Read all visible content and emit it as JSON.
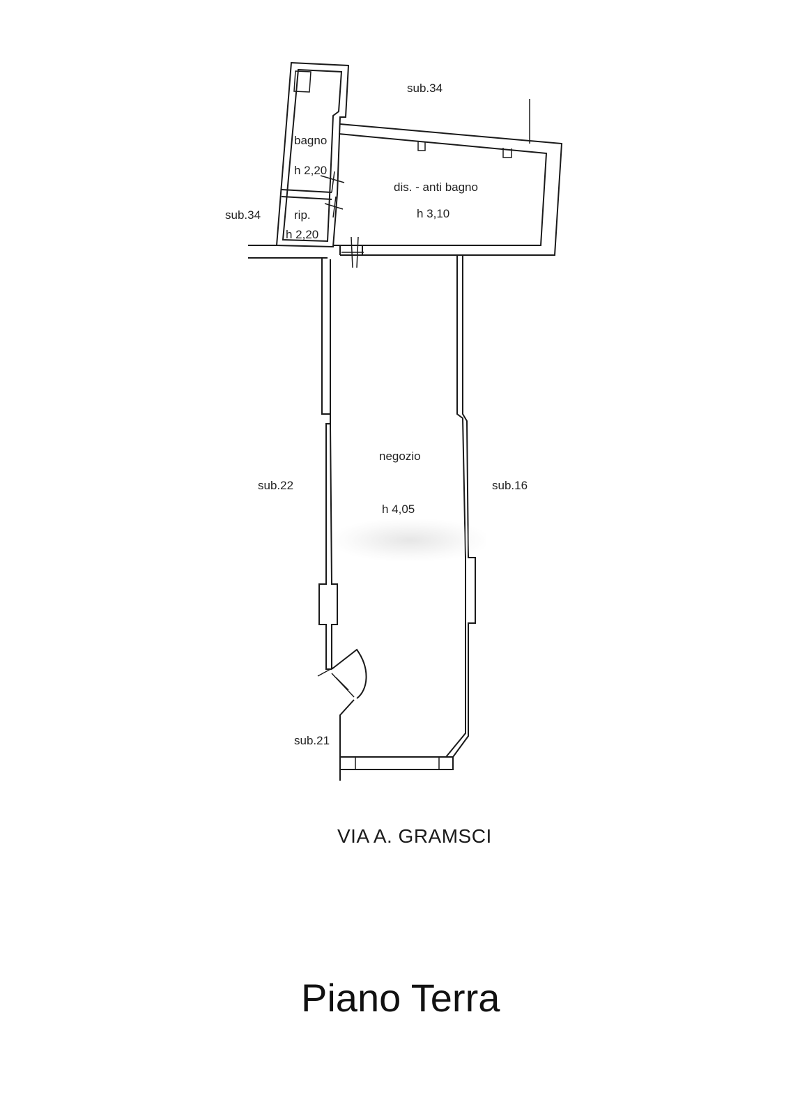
{
  "plan": {
    "rooms": {
      "bagno": {
        "name": "bagno",
        "height": "h 2,20"
      },
      "ripostiglio": {
        "name": "rip.",
        "height": "h 2,20"
      },
      "disimpegno": {
        "name": "dis. - anti bagno",
        "height": "h 3,10"
      },
      "negozio": {
        "name": "negozio",
        "height": "h 4,05"
      }
    },
    "neighbours": {
      "north": "sub.34",
      "west_top": "sub.34",
      "west": "sub.22",
      "east": "sub.16",
      "south_west": "sub.21"
    },
    "street": "VIA A. GRAMSCI",
    "floor": "Piano Terra"
  }
}
